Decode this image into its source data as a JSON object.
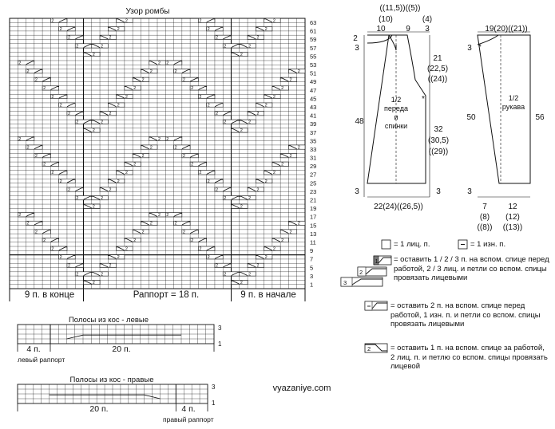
{
  "main_chart": {
    "title": "Узор ромбы",
    "row_numbers": [
      "63",
      "61",
      "59",
      "57",
      "55",
      "53",
      "51",
      "49",
      "47",
      "45",
      "43",
      "41",
      "39",
      "37",
      "35",
      "33",
      "31",
      "29",
      "27",
      "25",
      "23",
      "21",
      "19",
      "17",
      "15",
      "13",
      "11",
      "9",
      "7",
      "5",
      "3",
      "1"
    ],
    "section_labels": {
      "end": "9 п. в конце",
      "repeat": "Раппорт = 18 п.",
      "start": "9 п. в начале"
    },
    "cable_symbol_label": "2"
  },
  "stripes_left": {
    "title": "Полосы из кос - левые",
    "rows": [
      "3",
      "1"
    ],
    "width_left": "4 п.",
    "width_right": "20 п.",
    "caption": "левый раппорт"
  },
  "stripes_right": {
    "title": "Полосы из кос - правые",
    "rows": [
      "3",
      "1"
    ],
    "width_left": "20 п.",
    "width_right": "4 п.",
    "caption": "правый раппорт"
  },
  "schematic_body": {
    "top_dims": [
      "((11,5))((5))",
      "(10)",
      "(4)",
      "10",
      "9",
      "3"
    ],
    "side_left": [
      "2",
      "3",
      "48",
      "3"
    ],
    "armhole": [
      "21",
      "(22,5)",
      "((24))"
    ],
    "side_seam": [
      "32",
      "(30,5)",
      "((29))"
    ],
    "center_label": [
      "1/2",
      "переда",
      "и",
      "спинки"
    ],
    "bottom_right": "3",
    "bottom": "22(24)((26,5))"
  },
  "schematic_sleeve": {
    "top": "19(20)((21))",
    "left_top": "3",
    "left": "50",
    "right": "56",
    "center_label": [
      "1/2",
      "рукава"
    ],
    "left_bottom": "3",
    "bottom_left": [
      "7",
      "(8)",
      "((8))"
    ],
    "bottom_right": [
      "12",
      "(12)",
      "((13))"
    ]
  },
  "legend": {
    "knit": "= 1 лиц. п.",
    "purl": "= 1 изн. п.",
    "cable_123": "= оставить 1 / 2 / 3 п. на вспом. спице перед работой, 2 / 3 лиц. и петли со вспом. спицы провязать лицевыми",
    "cable_2_1": "= оставить 2 п. на вспом. спице перед работой, 1 изн. п. и петли со вспом. спицы провязать лицевыми",
    "cable_1_2": "= оставить 1 п. на вспом. спице за работой, 2 лиц. п. и петлю со вспом. спицы провязать лицевой",
    "symbol_labels": [
      "1",
      "2",
      "3"
    ]
  },
  "watermark": "vyazaniye.com"
}
